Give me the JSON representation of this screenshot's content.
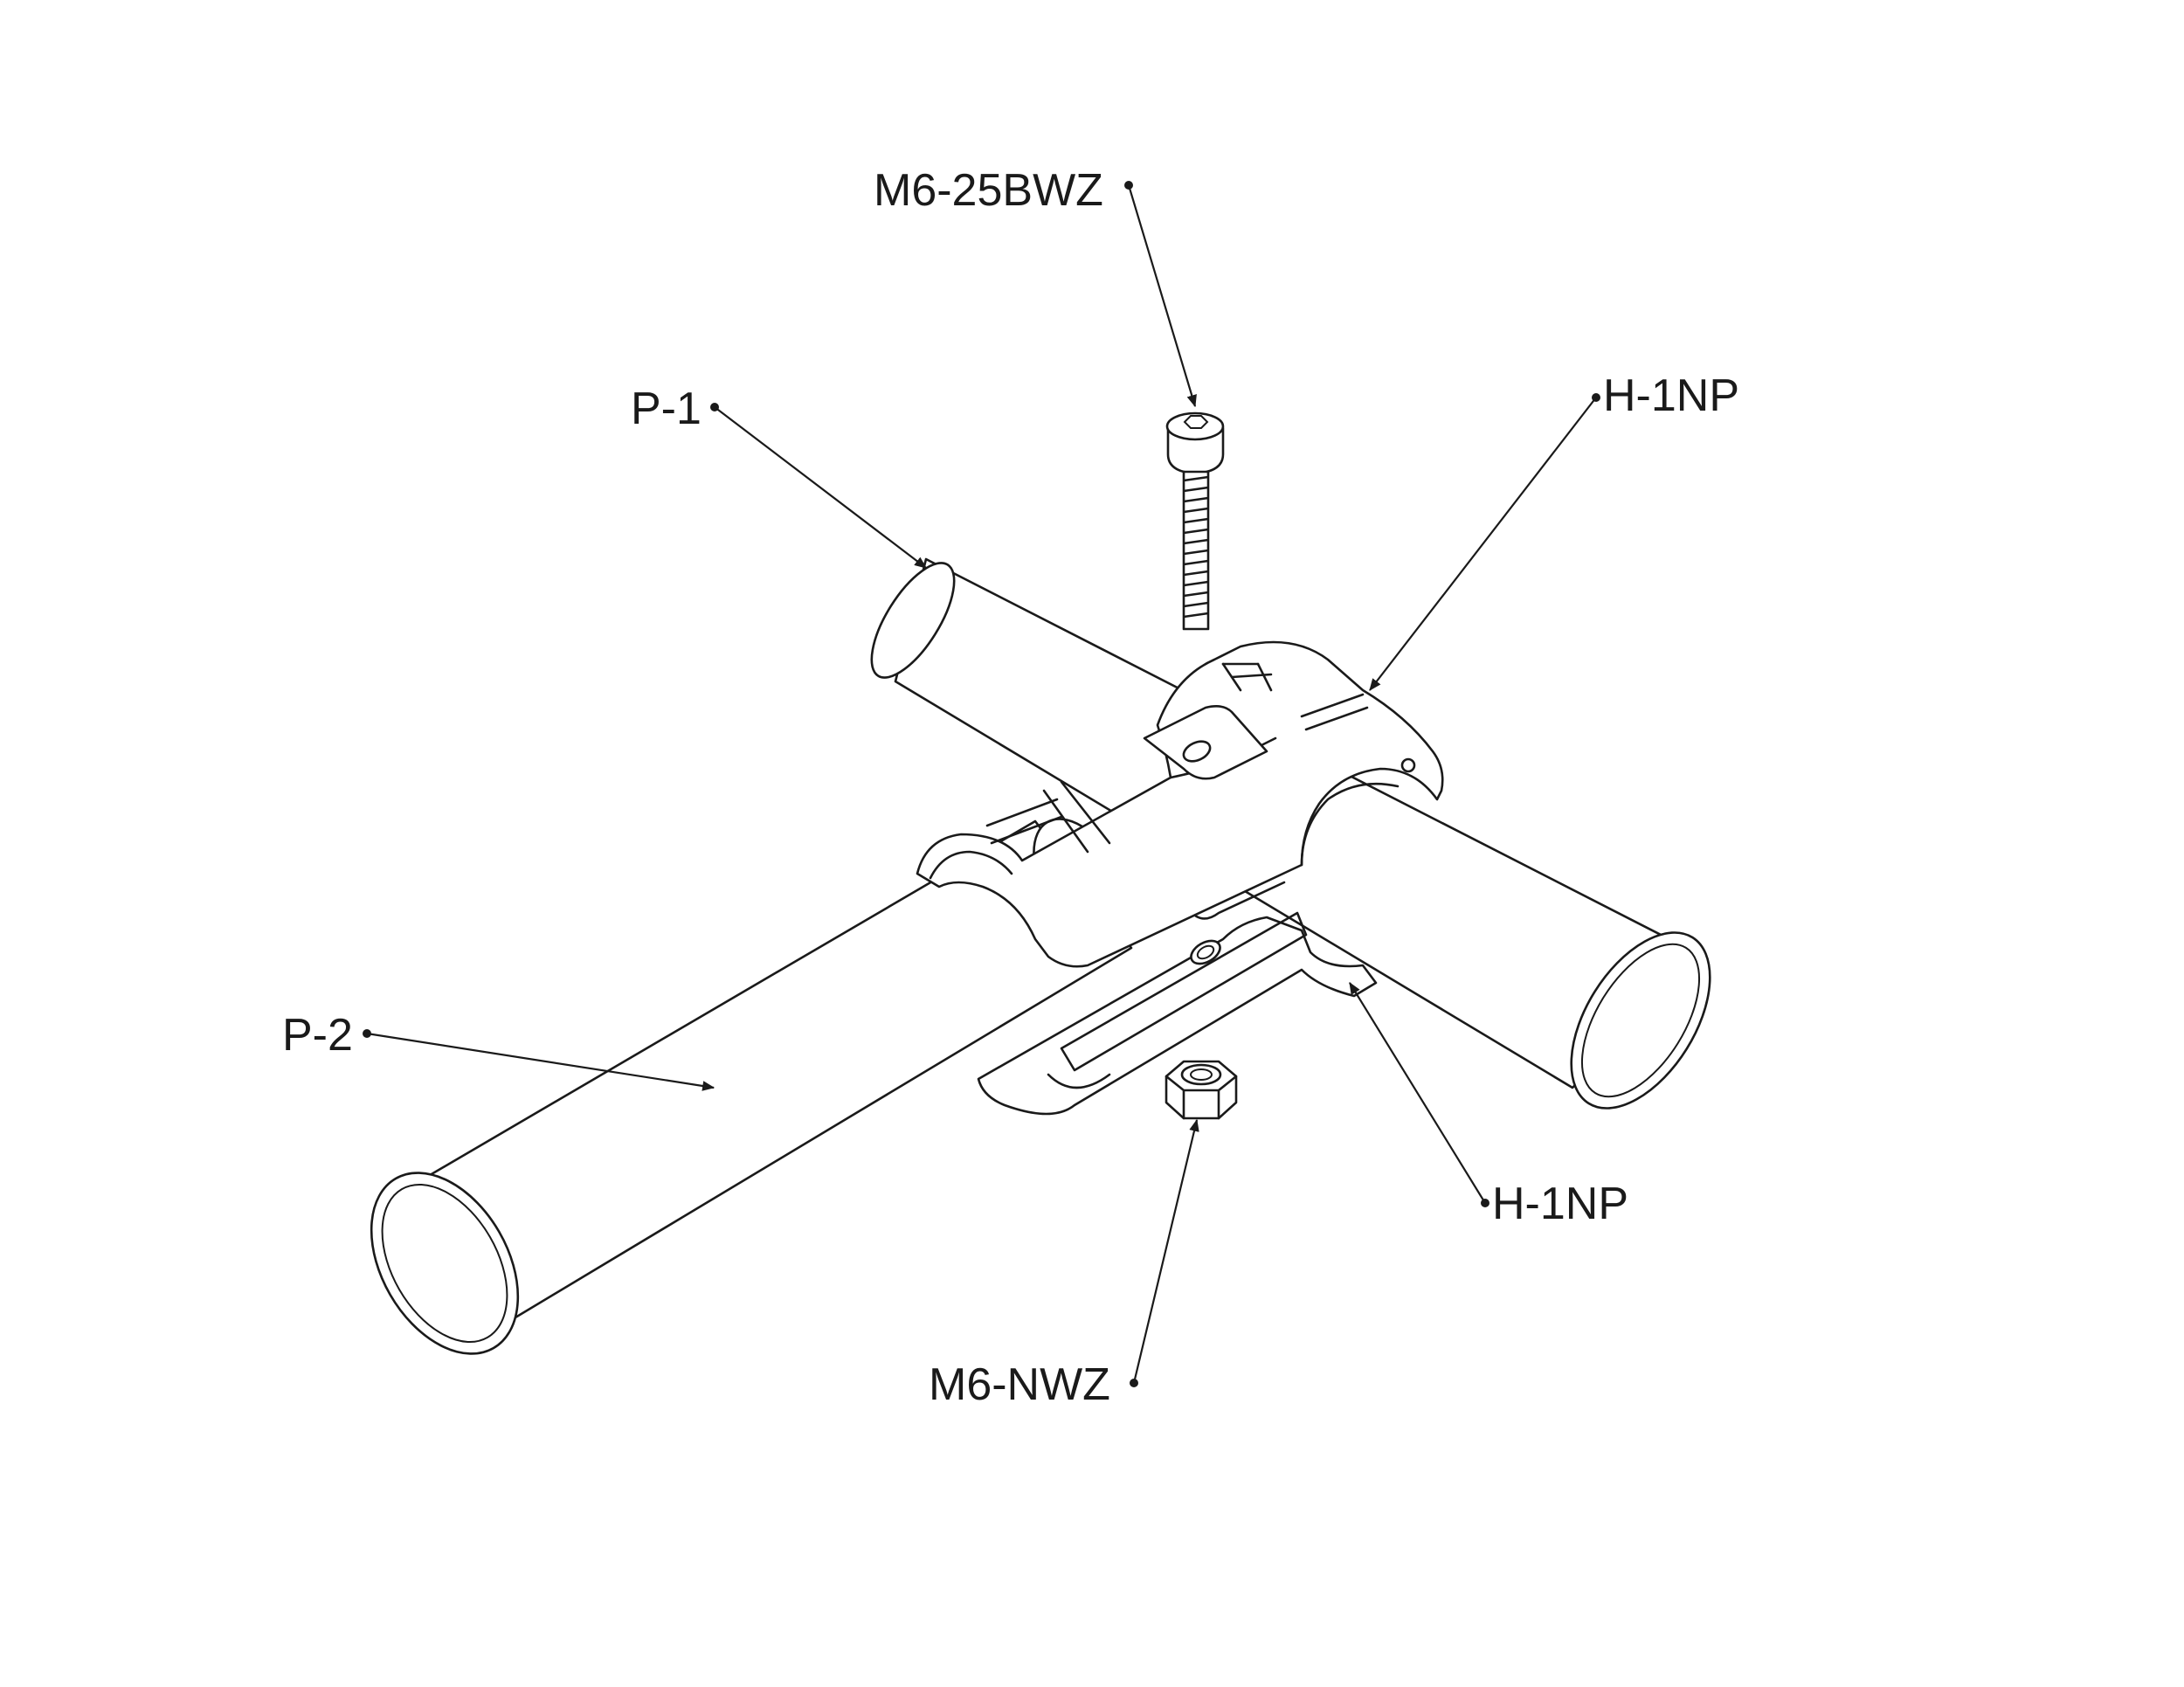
{
  "labels": {
    "bolt": "M6-25BWZ",
    "pipe_top": "P-1",
    "joint_top": "H-1NP",
    "pipe_main": "P-2",
    "joint_bottom": "H-1NP",
    "nut": "M6-NWZ"
  },
  "colors": {
    "line": "#1a1a1a",
    "background": "#ffffff"
  }
}
